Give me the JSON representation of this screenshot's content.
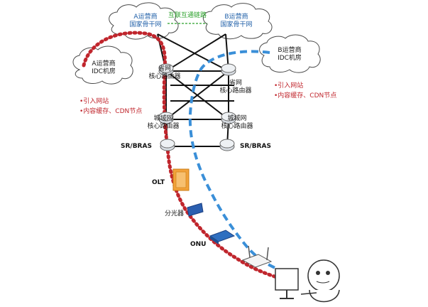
{
  "clouds": {
    "a_backbone": [
      "A运营商",
      "国家骨干网"
    ],
    "b_backbone": [
      "B运营商",
      "国家骨干网"
    ],
    "a_idc": [
      "A运营商",
      "IDC机房"
    ],
    "b_idc": [
      "B运营商",
      "IDC机房"
    ]
  },
  "interconnect_label": "互联互通链路",
  "routers": {
    "a_province": [
      "省网",
      "核心路由器"
    ],
    "b_province": [
      "省网",
      "核心路由器"
    ],
    "a_metro": [
      "城域网",
      "核心路由器"
    ],
    "b_metro": [
      "城域网",
      "核心路由器"
    ]
  },
  "sr_bras_left": "SR/BRAS",
  "sr_bras_right": "SR/BRAS",
  "olt": "OLT",
  "splitter": "分光器",
  "onu": "ONU",
  "notes_left": [
    "•引入网站",
    "•内容缓存、CDN节点"
  ],
  "notes_right": [
    "•引入网站",
    "•内容缓存、CDN节点"
  ],
  "colors": {
    "red_path": "#c0262d",
    "blue_path": "#3a8fd8",
    "cloud_text": "#1f5fa8",
    "link_green": "#2aa02a"
  }
}
